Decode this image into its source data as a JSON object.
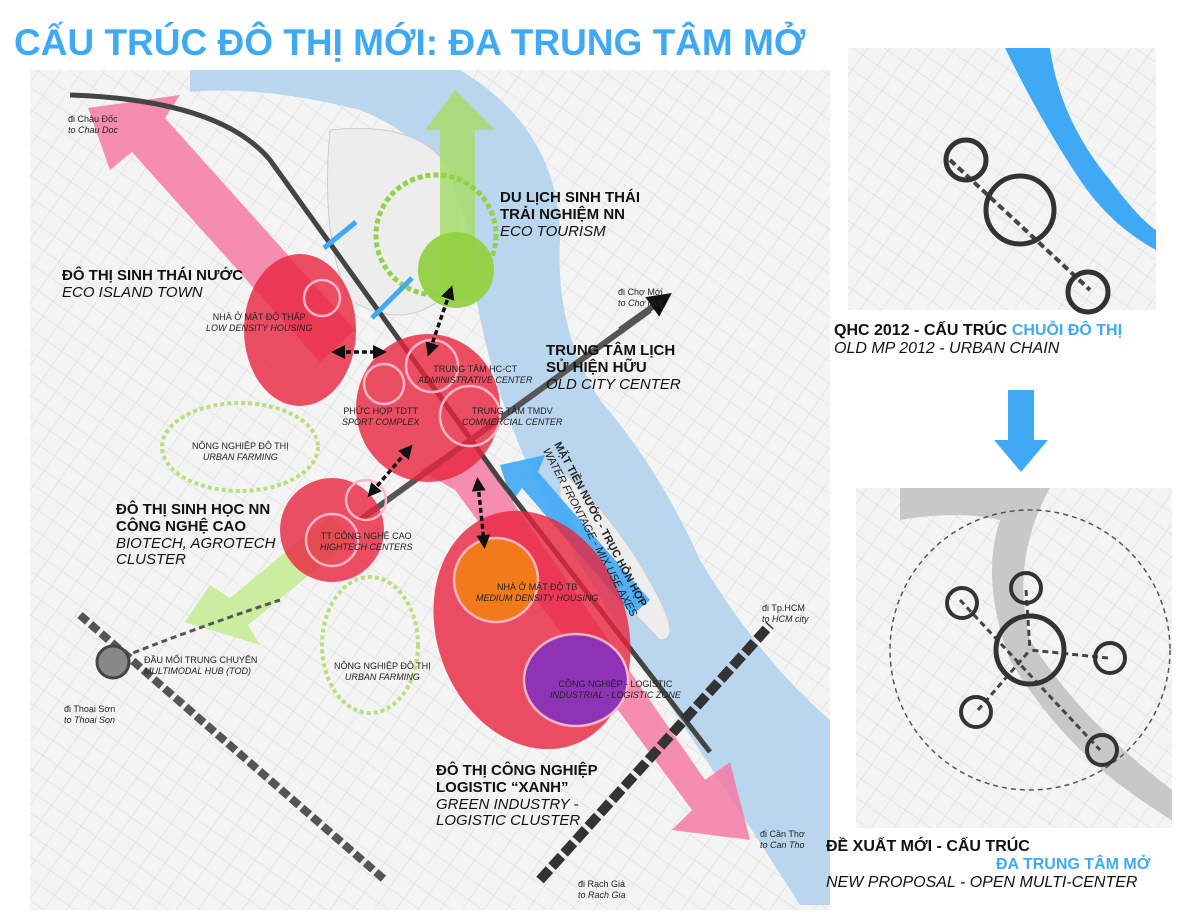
{
  "title": "CẤU TRÚC ĐÔ THỊ MỚI: ĐA TRUNG TÂM MỞ",
  "zones": {
    "eco_tourism": {
      "vn1": "DU LỊCH SINH THÁI",
      "vn2": "TRẢI NGHIỆM NN",
      "en": "ECO TOURISM"
    },
    "eco_island": {
      "vn": "ĐÔ THỊ SINH THÁI NƯỚC",
      "en": "ECO ISLAND TOWN"
    },
    "old_city": {
      "vn1": "TRUNG TÂM LỊCH",
      "vn2": "SỬ HIỆN HỮU",
      "en": "OLD CITY CENTER"
    },
    "biotech": {
      "vn1": "ĐÔ THỊ SINH HỌC NN",
      "vn2": "CÔNG NGHỆ CAO",
      "en1": "BIOTECH, AGROTECH",
      "en2": "CLUSTER"
    },
    "green_industry": {
      "vn1": "ĐÔ THỊ CÔNG NGHIỆP",
      "vn2": "LOGISTIC “XANH”",
      "en1": "GREEN INDUSTRY -",
      "en2": "LOGISTIC CLUSTER"
    }
  },
  "centers": {
    "low_density": {
      "vn": "NHÀ Ở MẬT ĐỘ THẤP",
      "en": "LOW DENSITY HOUSING"
    },
    "admin": {
      "vn": "TRUNG TÂM HC-CT",
      "en": "ADMINISTRATIVE CENTER"
    },
    "sport": {
      "vn": "PHỨC HỢP TDTT",
      "en": "SPORT COMPLEX"
    },
    "commercial": {
      "vn": "TRUNG TÂM TMDV",
      "en": "COMMERCIAL CENTER"
    },
    "farming1": {
      "vn": "NÔNG NGHIỆP ĐÔ THỊ",
      "en": "URBAN FARMING"
    },
    "hightech": {
      "vn": "TT CÔNG NGHỆ CAO",
      "en": "HIGHTECH CENTERS"
    },
    "medium_density": {
      "vn": "NHÀ Ở MẬT ĐỘ TB",
      "en": "MEDIUM DENSITY HOUSING"
    },
    "farming2": {
      "vn": "NÔNG NGHIỆP ĐÔ THỊ",
      "en": "URBAN FARMING"
    },
    "logistic": {
      "vn": "CÔNG NGHIỆP - LOGISTIC",
      "en": "INDUSTRIAL - LOGISTIC ZONE"
    },
    "hub": {
      "vn": "ĐẦU MỐI TRUNG CHUYỂN",
      "en": "MULTIMODAL HUB (TOD)"
    }
  },
  "water_axis": {
    "vn": "MẶT TIỀN NƯỚC - TRỤC HỖN HỢP",
    "en": "WATER FRONTAGE - MIX USE AXES"
  },
  "destinations": {
    "chau_doc": {
      "vn": "đi Châu Đốc",
      "en": "to Chau Doc"
    },
    "cho_moi": {
      "vn": "đi Chợ Mới",
      "en": "to Chợ Mới"
    },
    "hcm": {
      "vn": "đi Tp.HCM",
      "en": "to HCM city"
    },
    "thoai_son": {
      "vn": "đi Thoại Sơn",
      "en": "to Thoai Son"
    },
    "can_tho": {
      "vn": "đi Cần Thơ",
      "en": "to Can Tho"
    },
    "rach_gia": {
      "vn": "đi Rạch Giá",
      "en": "to Rach Gia"
    }
  },
  "side": {
    "old_mp": {
      "vn_black": "QHC 2012 - CẤU TRÚC ",
      "vn_blue": "CHUỖI ĐÔ THỊ",
      "en": "OLD MP 2012 - URBAN CHAIN"
    },
    "new_proposal": {
      "vn1": "ĐỀ XUẤT MỚI - CẤU TRÚC",
      "vn2": "ĐA TRUNG TÂM MỞ",
      "en": "NEW PROPOSAL - OPEN MULTI-CENTER"
    }
  },
  "colors": {
    "title": "#3fa9f5",
    "river": "#b9d6ee",
    "pink": "#f2558a",
    "red": "#e8243f",
    "green_zone": "#93d145",
    "orange": "#f27a1a",
    "purple": "#8e33b5",
    "blue_arrow": "#3fa9f5"
  }
}
